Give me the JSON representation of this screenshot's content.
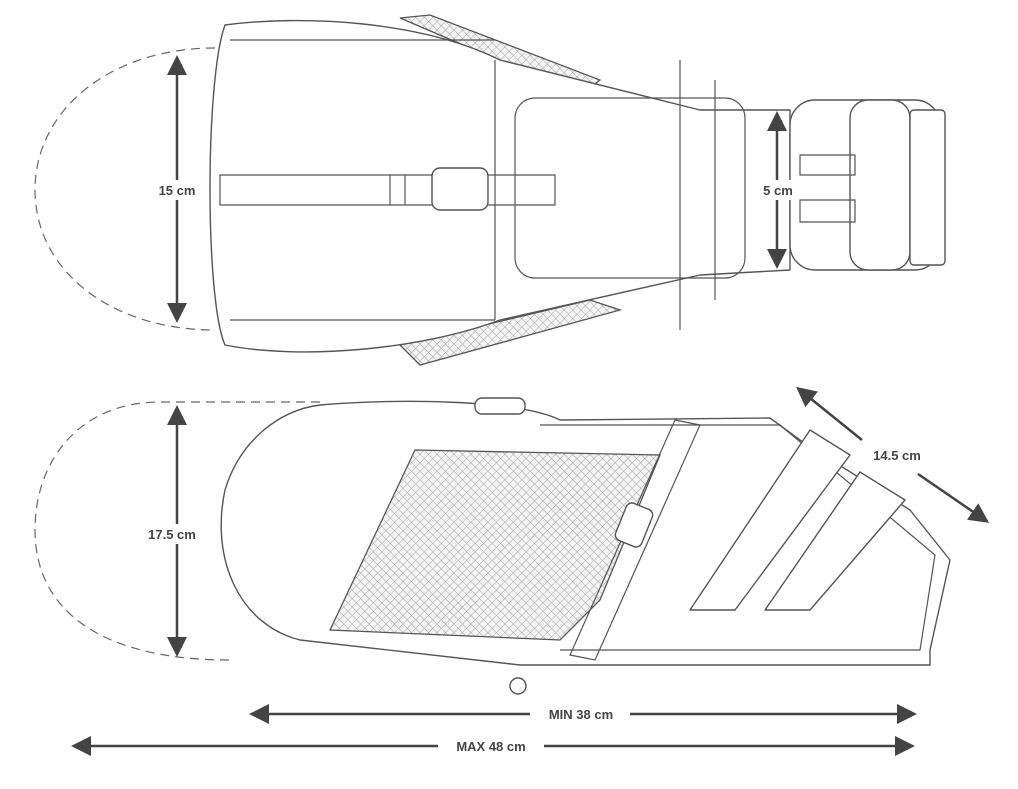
{
  "diagram": {
    "top_view": {
      "width_label": "15 cm",
      "valve_label": "5 cm"
    },
    "side_view": {
      "height_label": "17.5 cm",
      "mount_label": "14.5 cm",
      "min_length_label": "MIN 38 cm",
      "max_length_label": "MAX 48 cm"
    },
    "colors": {
      "line": "#555555",
      "arrow": "#444444",
      "background": "#ffffff"
    }
  }
}
